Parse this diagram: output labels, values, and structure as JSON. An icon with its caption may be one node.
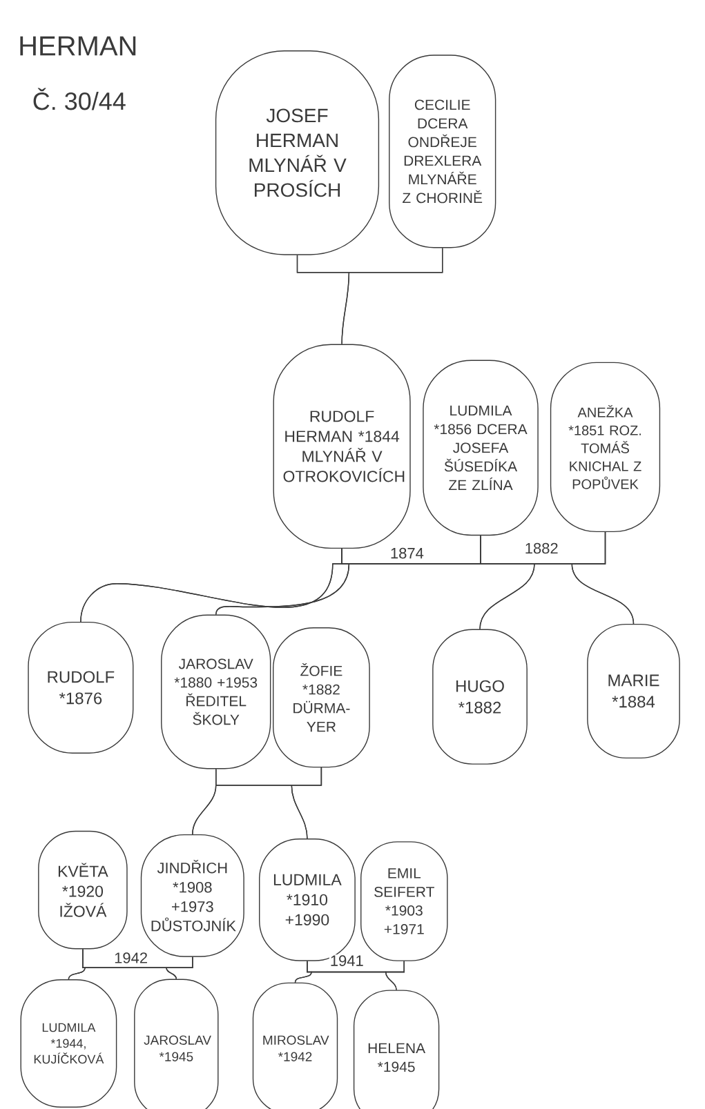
{
  "diagram": {
    "title": "HERMAN",
    "nodes": [
      {
        "text": [
          "JOSEF HERMAN MLYNÁŘ V PROSÍCH"
        ]
      },
      {
        "text": [
          "CECILIE DCERA ONDŘEJE DREXLERA MLYNÁŘE Z CHORINĚ"
        ]
      },
      {
        "text": [
          "RUDOLF HERMAN *1844 MLYNÁŘ V OTROKOVICÍCH"
        ]
      },
      {
        "text": [
          "LUDMILA *1856 DCERA JOSEFA ŠÚSEDÍKA ZE ZLÍNA"
        ]
      },
      {
        "text": [
          "ANEŽKA *1851 ROZ. TOMÁŠ KNICHAL Z POPŮVEK"
        ]
      },
      {
        "text": [
          "RUDOLF *1876"
        ]
      },
      {
        "text": [
          "JAROSLAV *1880 +1953 ŘEDITEL ŠKOLY"
        ]
      },
      {
        "text": [
          "ŽOFIE *1882 DÜRMA-YER"
        ]
      },
      {
        "text": [
          "HUGO *1882"
        ]
      },
      {
        "text": [
          "MARIE *1884"
        ]
      },
      {
        "text": [
          "KVĚTA *1920 IŽOVÁ"
        ]
      },
      {
        "text": [
          "JINDŘICH *1908 +1973 DŮSTOJNÍK"
        ]
      },
      {
        "text": [
          "LUDMILA *1910 +1990"
        ]
      },
      {
        "text": [
          "EMIL SEIFERT *1903 +1971"
        ]
      },
      {
        "text": [
          "LUDMILA *1944, KUJÍČKOVÁ"
        ]
      },
      {
        "text": [
          "JAROSLAV *1945"
        ]
      },
      {
        "text": [
          "MIROSLAV *1942"
        ]
      },
      {
        "text": [
          "HELENA *1945"
        ]
      }
    ],
    "edges": [
      {
        "from": 0,
        "to": 1,
        "arrow": "none"
      },
      {
        "from": 0,
        "to": 2,
        "arrow": "none"
      },
      {
        "from": 1,
        "to": 2,
        "arrow": "none"
      },
      {
        "from": 2,
        "to": 3,
        "arrow": "none",
        "label": "1874"
      },
      {
        "from": 2,
        "to": 4,
        "arrow": "none",
        "label": "1882"
      },
      {
        "from": 2,
        "to": 5,
        "arrow": "none"
      },
      {
        "from": 3,
        "to": 5,
        "arrow": "none"
      },
      {
        "from": 2,
        "to": 6,
        "arrow": "none"
      },
      {
        "from": 3,
        "to": 6,
        "arrow": "none"
      },
      {
        "from": 2,
        "to": 8,
        "arrow": "none"
      },
      {
        "from": 4,
        "to": 8,
        "arrow": "none"
      },
      {
        "from": 2,
        "to": 9,
        "arrow": "none"
      },
      {
        "from": 4,
        "to": 9,
        "arrow": "none"
      },
      {
        "from": 6,
        "to": 7,
        "arrow": "none"
      },
      {
        "from": 6,
        "to": 11,
        "arrow": "none"
      },
      {
        "from": 7,
        "to": 11,
        "arrow": "none"
      },
      {
        "from": 6,
        "to": 12,
        "arrow": "none"
      },
      {
        "from": 7,
        "to": 12,
        "arrow": "none"
      },
      {
        "from": 10,
        "to": 11,
        "arrow": "none",
        "label": "1942"
      },
      {
        "from": 10,
        "to": 14,
        "arrow": "none"
      },
      {
        "from": 11,
        "to": 14,
        "arrow": "none"
      },
      {
        "from": 10,
        "to": 15,
        "arrow": "none"
      },
      {
        "from": 11,
        "to": 15,
        "arrow": "none"
      },
      {
        "from": 12,
        "to": 13,
        "arrow": "none",
        "label": "1941"
      },
      {
        "from": 12,
        "to": 16,
        "arrow": "none"
      },
      {
        "from": 13,
        "to": 16,
        "arrow": "none"
      },
      {
        "from": 12,
        "to": 17,
        "arrow": "none"
      },
      {
        "from": 13,
        "to": 17,
        "arrow": "none"
      }
    ],
    "labels": [
      "Č. 30/44"
    ]
  }
}
